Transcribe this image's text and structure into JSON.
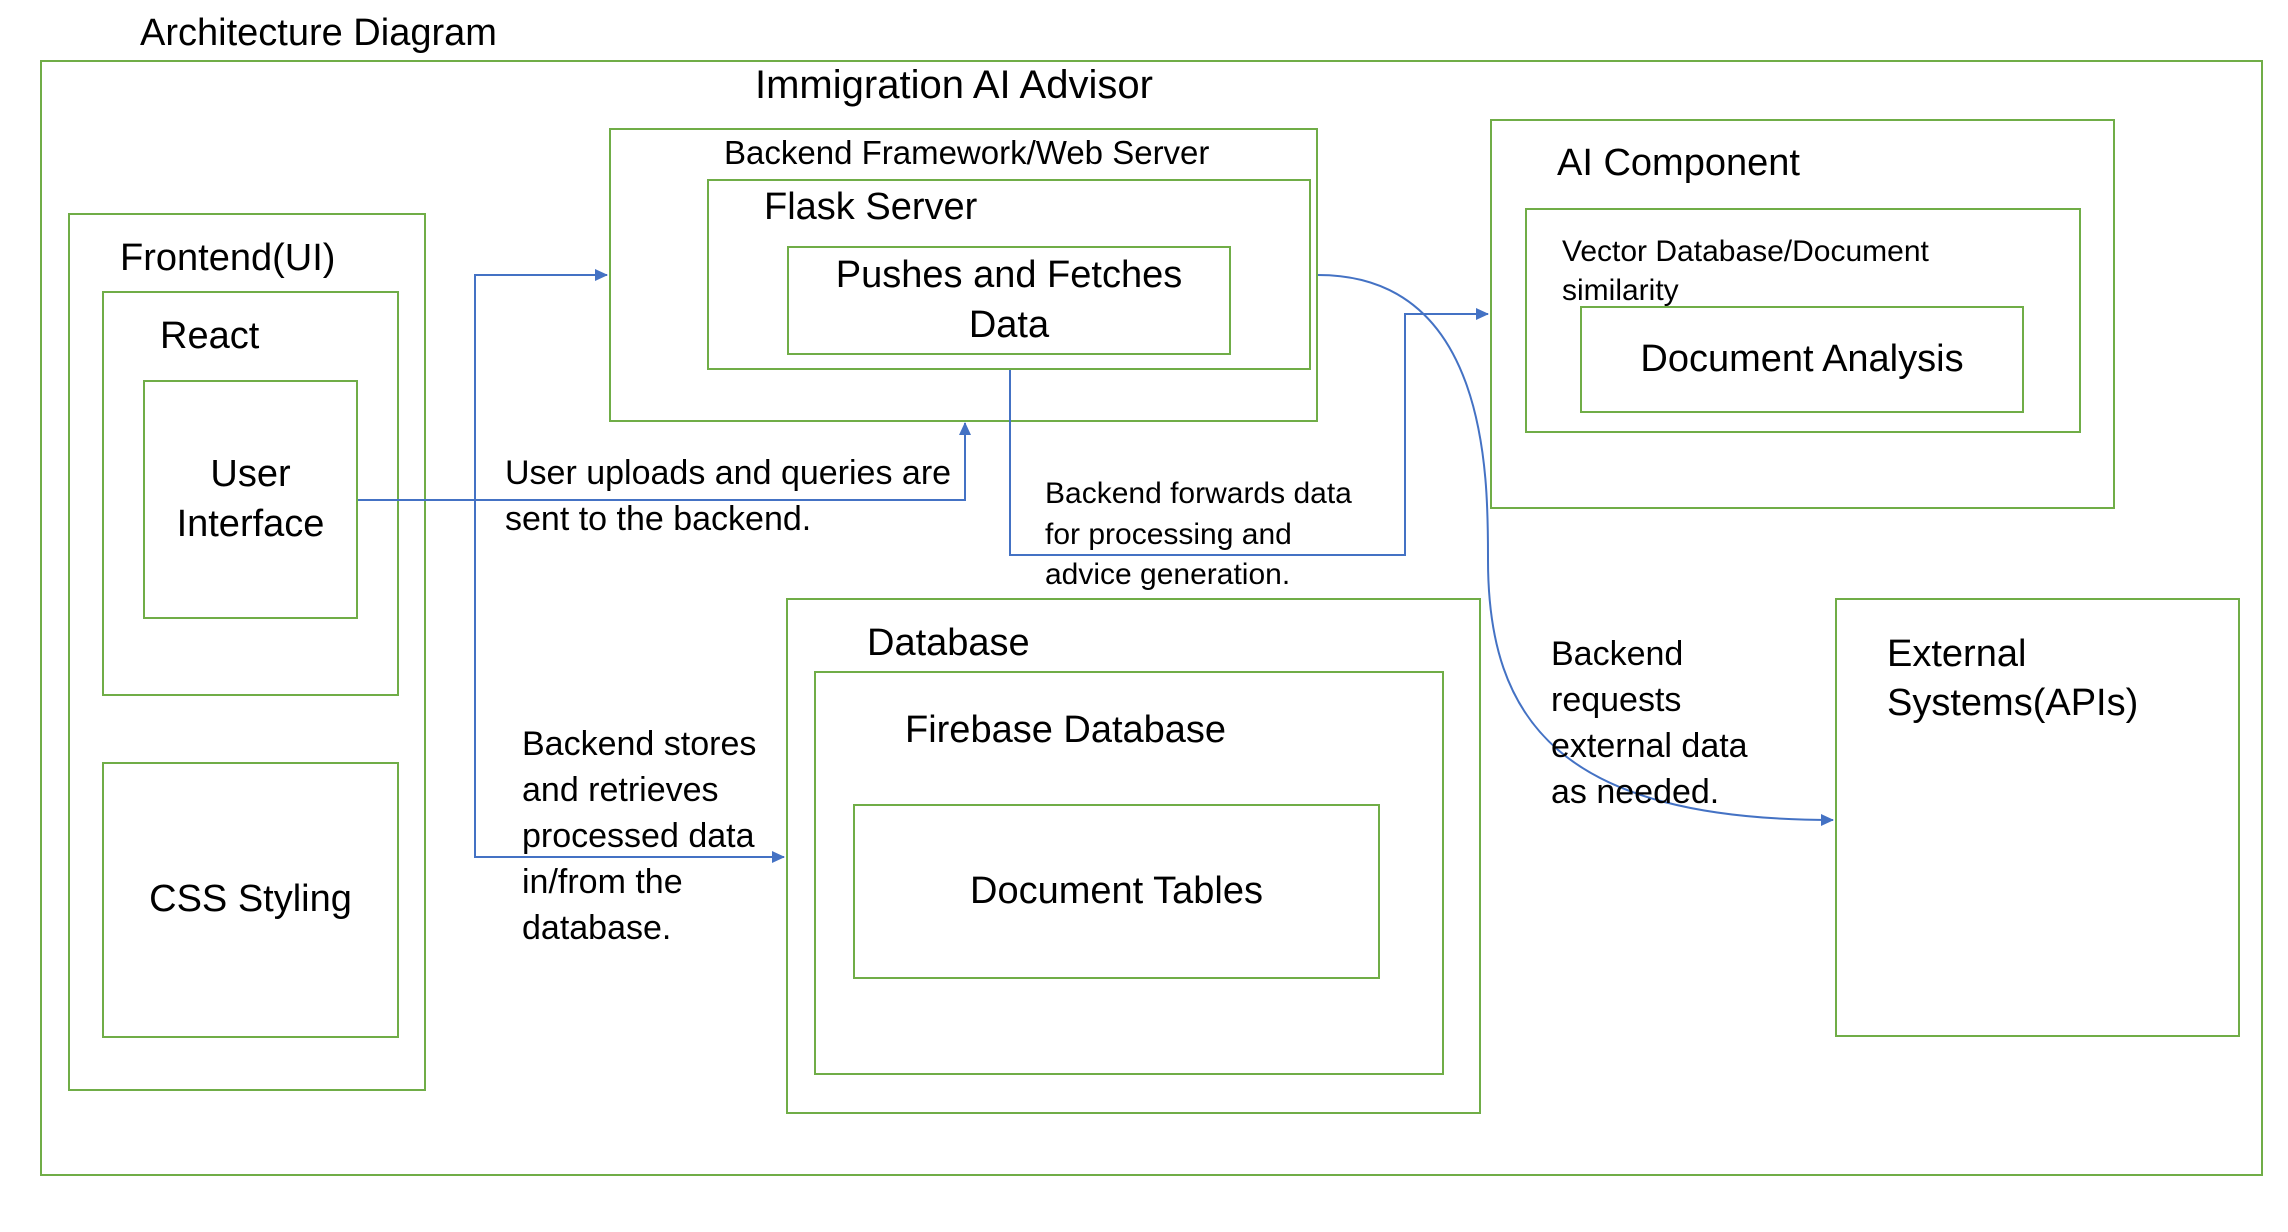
{
  "diagram": {
    "title": "Architecture Diagram",
    "system_label": "Immigration AI Advisor",
    "frontend": {
      "title": "Frontend(UI)",
      "react": {
        "title": "React",
        "user_interface": "User\nInterface"
      },
      "css": "CSS Styling"
    },
    "backend": {
      "title": "Backend Framework/Web Server",
      "flask": {
        "title": "Flask Server",
        "inner": "Pushes and Fetches\nData"
      }
    },
    "ai": {
      "title": "AI Component",
      "vector": {
        "title": "Vector Database/Document\nsimilarity",
        "inner": "Document Analysis"
      }
    },
    "database": {
      "title": "Database",
      "firebase": {
        "title": "Firebase Database",
        "inner": "Document Tables"
      }
    },
    "external": {
      "title": "External\nSystems(APIs)"
    },
    "notes": {
      "uploads": "User uploads and queries are\nsent to the backend.",
      "forwards": "Backend forwards data\nfor processing and\nadvice generation.",
      "stores": "Backend stores\nand retrieves\nprocessed data\nin/from the\ndatabase.",
      "requests": "Backend\nrequests\nexternal data\nas needed."
    },
    "colors": {
      "box_border": "#70ad47",
      "arrow": "#4472c4"
    }
  }
}
